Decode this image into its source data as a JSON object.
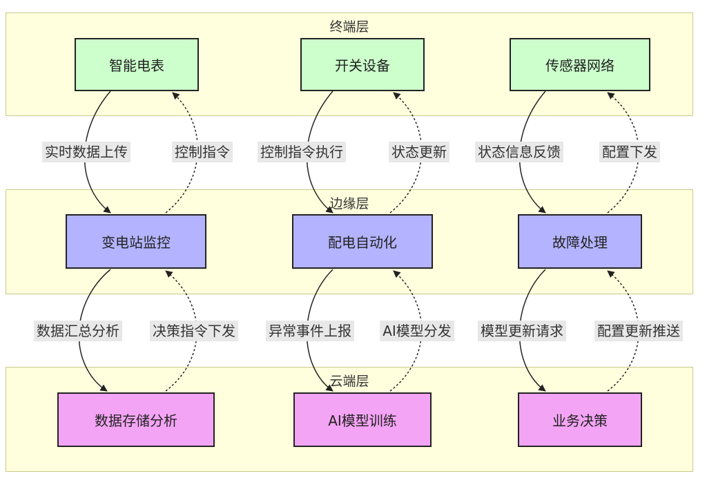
{
  "layers": {
    "terminal": "终端层",
    "edge": "边缘层",
    "cloud": "云端层"
  },
  "nodes": {
    "smart_meter": "智能电表",
    "switch_device": "开关设备",
    "sensor_network": "传感器网络",
    "substation_monitor": "变电站监控",
    "distribution_automation": "配电自动化",
    "fault_handling": "故障处理",
    "data_storage_analysis": "数据存储分析",
    "ai_model_training": "AI模型训练",
    "business_decision": "业务决策"
  },
  "edge_labels": {
    "realtime_upload": "实时数据上传",
    "control_command": "控制指令",
    "control_exec": "控制指令执行",
    "status_update": "状态更新",
    "status_feedback": "状态信息反馈",
    "config_dispatch": "配置下发",
    "data_aggregate": "数据汇总分析",
    "decision_command": "决策指令下发",
    "anomaly_report": "异常事件上报",
    "ai_model_dispatch": "AI模型分发",
    "model_update_request": "模型更新请求",
    "config_update_push": "配置更新推送"
  }
}
